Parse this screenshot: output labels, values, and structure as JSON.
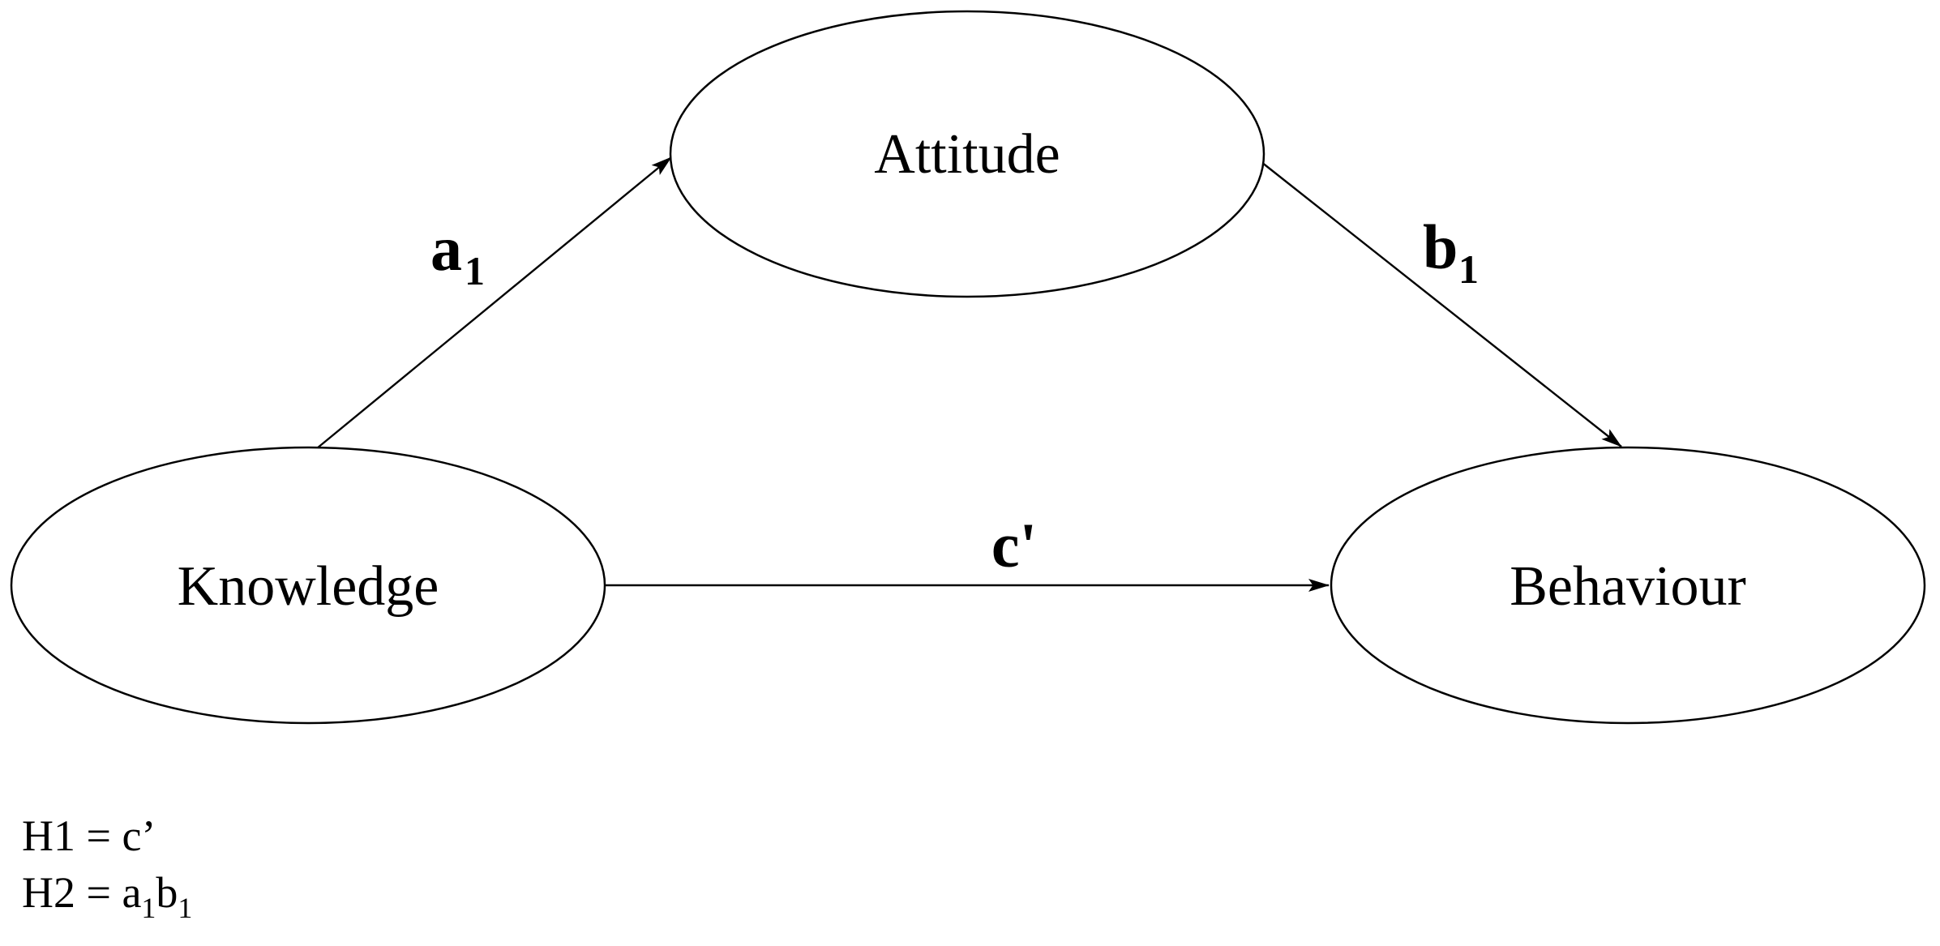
{
  "figure": {
    "type": "mediation-path-diagram",
    "background_color": "#ffffff",
    "line_color": "#000000",
    "nodes": {
      "knowledge": {
        "label": "Knowledge"
      },
      "attitude": {
        "label": "Attitude"
      },
      "behaviour": {
        "label": "Behaviour"
      }
    },
    "edges": {
      "a1": {
        "base": "a",
        "sub": "1",
        "from": "Knowledge",
        "to": "Attitude"
      },
      "b1": {
        "base": "b",
        "sub": "1",
        "from": "Attitude",
        "to": "Behaviour"
      },
      "c_prime": {
        "label": "c'",
        "from": "Knowledge",
        "to": "Behaviour"
      }
    },
    "hypotheses": {
      "h1": "H1 = c’",
      "h2": {
        "p1": "H2 = a",
        "s1": "1",
        "p2": "b",
        "s2": "1"
      }
    }
  }
}
